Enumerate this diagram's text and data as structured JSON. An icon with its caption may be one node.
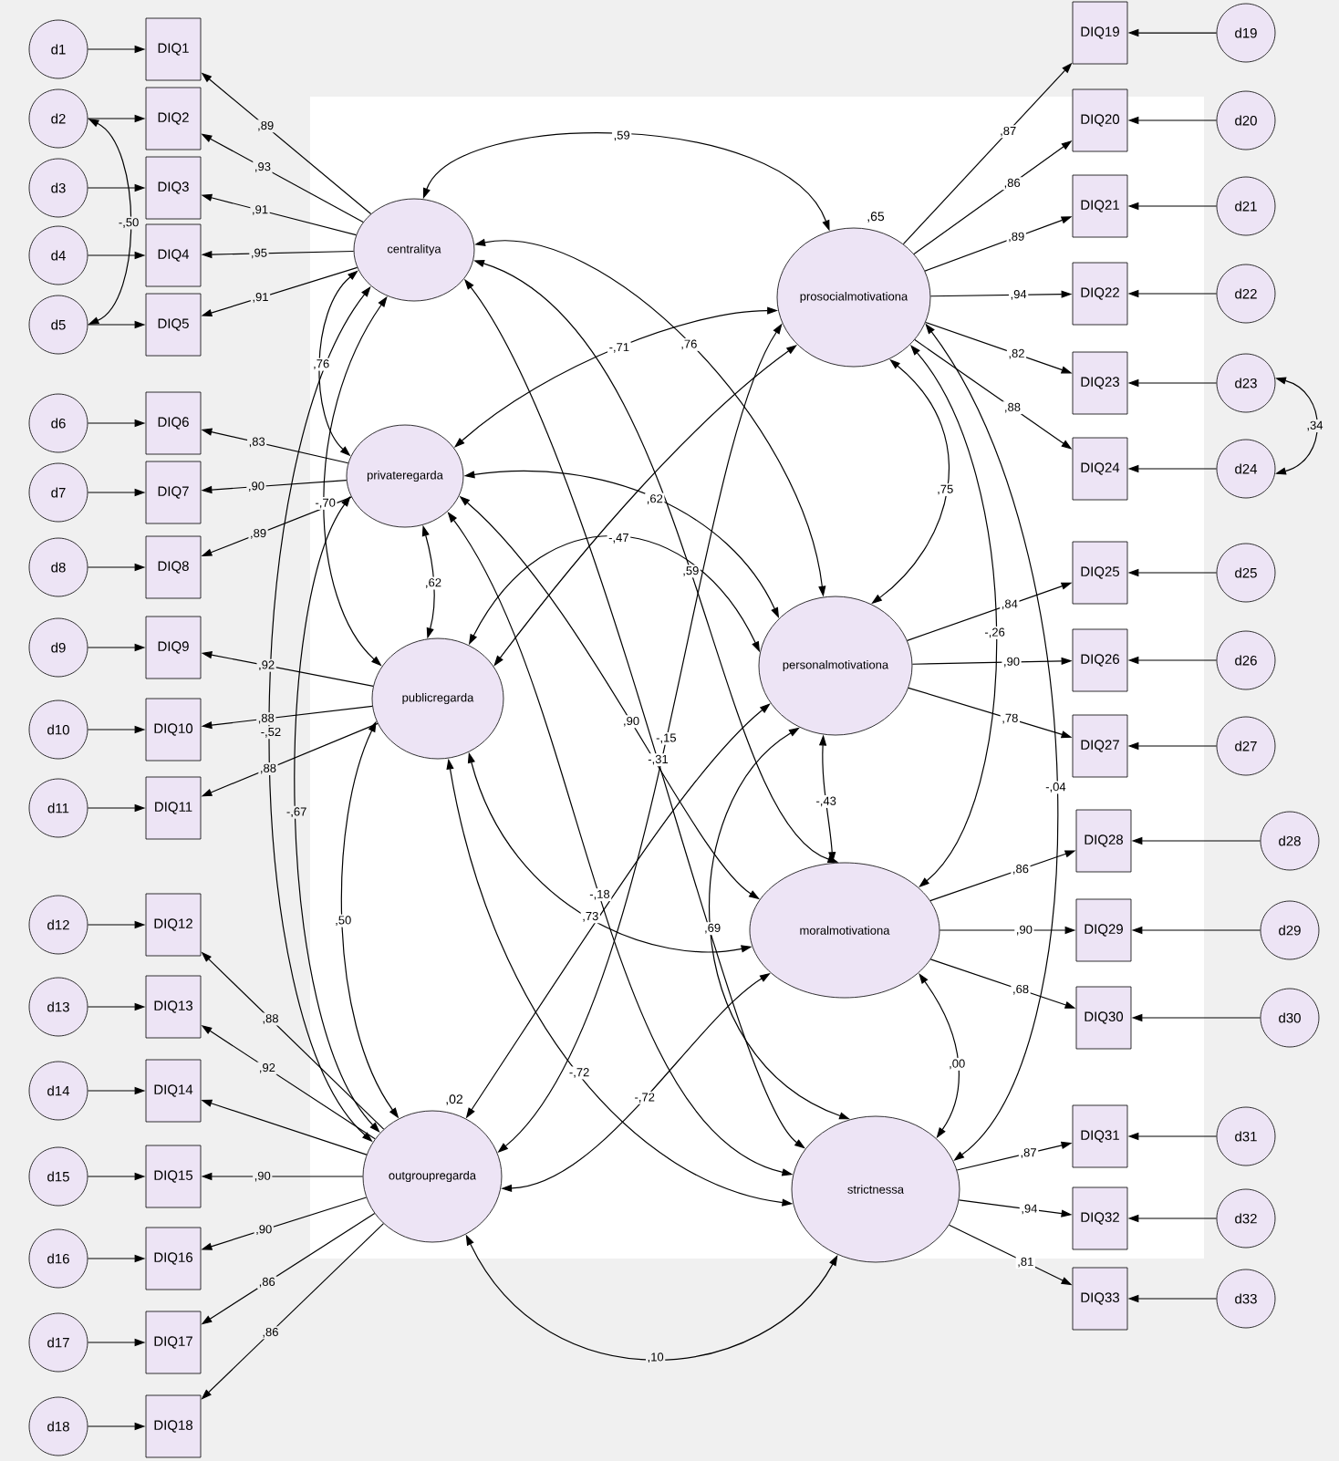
{
  "diagram": {
    "nodes": [
      {
        "text": [
          "centralitya"
        ]
      },
      {
        "text": [
          "privateregarda"
        ]
      },
      {
        "text": [
          "publicregarda"
        ]
      },
      {
        "text": [
          "outgroupregarda"
        ],
        "beside": [
          ",02"
        ]
      },
      {
        "text": [
          "prosocialmotivationa"
        ],
        "beside": [
          ",65"
        ]
      },
      {
        "text": [
          "personalmotivationa"
        ]
      },
      {
        "text": [
          "moralmotivationa"
        ]
      },
      {
        "text": [
          "strictnessa"
        ]
      },
      {
        "text": [
          "DIQ1"
        ]
      },
      {
        "text": [
          "DIQ2"
        ]
      },
      {
        "text": [
          "DIQ3"
        ]
      },
      {
        "text": [
          "DIQ4"
        ]
      },
      {
        "text": [
          "DIQ5"
        ]
      },
      {
        "text": [
          "DIQ6"
        ]
      },
      {
        "text": [
          "DIQ7"
        ]
      },
      {
        "text": [
          "DIQ8"
        ]
      },
      {
        "text": [
          "DIQ9"
        ]
      },
      {
        "text": [
          "DIQ10"
        ]
      },
      {
        "text": [
          "DIQ11"
        ]
      },
      {
        "text": [
          "DIQ12"
        ]
      },
      {
        "text": [
          "DIQ13"
        ]
      },
      {
        "text": [
          "DIQ14"
        ]
      },
      {
        "text": [
          "DIQ15"
        ]
      },
      {
        "text": [
          "DIQ16"
        ]
      },
      {
        "text": [
          "DIQ17"
        ]
      },
      {
        "text": [
          "DIQ18"
        ]
      },
      {
        "text": [
          "DIQ19"
        ]
      },
      {
        "text": [
          "DIQ20"
        ]
      },
      {
        "text": [
          "DIQ21"
        ]
      },
      {
        "text": [
          "DIQ22"
        ]
      },
      {
        "text": [
          "DIQ23"
        ]
      },
      {
        "text": [
          "DIQ24"
        ]
      },
      {
        "text": [
          "DIQ25"
        ]
      },
      {
        "text": [
          "DIQ26"
        ]
      },
      {
        "text": [
          "DIQ27"
        ]
      },
      {
        "text": [
          "DIQ28"
        ]
      },
      {
        "text": [
          "DIQ29"
        ]
      },
      {
        "text": [
          "DIQ30"
        ]
      },
      {
        "text": [
          "DIQ31"
        ]
      },
      {
        "text": [
          "DIQ32"
        ]
      },
      {
        "text": [
          "DIQ33"
        ]
      },
      {
        "text": [
          "d1"
        ]
      },
      {
        "text": [
          "d2"
        ]
      },
      {
        "text": [
          "d3"
        ]
      },
      {
        "text": [
          "d4"
        ]
      },
      {
        "text": [
          "d5"
        ]
      },
      {
        "text": [
          "d6"
        ]
      },
      {
        "text": [
          "d7"
        ]
      },
      {
        "text": [
          "d8"
        ]
      },
      {
        "text": [
          "d9"
        ]
      },
      {
        "text": [
          "d10"
        ]
      },
      {
        "text": [
          "d11"
        ]
      },
      {
        "text": [
          "d12"
        ]
      },
      {
        "text": [
          "d13"
        ]
      },
      {
        "text": [
          "d14"
        ]
      },
      {
        "text": [
          "d15"
        ]
      },
      {
        "text": [
          "d16"
        ]
      },
      {
        "text": [
          "d17"
        ]
      },
      {
        "text": [
          "d18"
        ]
      },
      {
        "text": [
          "d19"
        ]
      },
      {
        "text": [
          "d20"
        ]
      },
      {
        "text": [
          "d21"
        ]
      },
      {
        "text": [
          "d22"
        ]
      },
      {
        "text": [
          "d23"
        ]
      },
      {
        "text": [
          "d24"
        ]
      },
      {
        "text": [
          "d25"
        ]
      },
      {
        "text": [
          "d26"
        ]
      },
      {
        "text": [
          "d27"
        ]
      },
      {
        "text": [
          "d28"
        ]
      },
      {
        "text": [
          "d29"
        ]
      },
      {
        "text": [
          "d30"
        ]
      },
      {
        "text": [
          "d31"
        ]
      },
      {
        "text": [
          "d32"
        ]
      },
      {
        "text": [
          "d33"
        ]
      }
    ],
    "edges": [
      {
        "from": 41,
        "to": 8,
        "arrow": "to"
      },
      {
        "from": 42,
        "to": 9,
        "arrow": "to"
      },
      {
        "from": 43,
        "to": 10,
        "arrow": "to"
      },
      {
        "from": 44,
        "to": 11,
        "arrow": "to"
      },
      {
        "from": 45,
        "to": 12,
        "arrow": "to"
      },
      {
        "from": 46,
        "to": 13,
        "arrow": "to"
      },
      {
        "from": 47,
        "to": 14,
        "arrow": "to"
      },
      {
        "from": 48,
        "to": 15,
        "arrow": "to"
      },
      {
        "from": 49,
        "to": 16,
        "arrow": "to"
      },
      {
        "from": 50,
        "to": 17,
        "arrow": "to"
      },
      {
        "from": 51,
        "to": 18,
        "arrow": "to"
      },
      {
        "from": 52,
        "to": 19,
        "arrow": "to"
      },
      {
        "from": 53,
        "to": 20,
        "arrow": "to"
      },
      {
        "from": 54,
        "to": 21,
        "arrow": "to"
      },
      {
        "from": 55,
        "to": 22,
        "arrow": "to"
      },
      {
        "from": 56,
        "to": 23,
        "arrow": "to"
      },
      {
        "from": 57,
        "to": 24,
        "arrow": "to"
      },
      {
        "from": 58,
        "to": 25,
        "arrow": "to"
      },
      {
        "from": 59,
        "to": 26,
        "arrow": "to"
      },
      {
        "from": 60,
        "to": 27,
        "arrow": "to"
      },
      {
        "from": 61,
        "to": 28,
        "arrow": "to"
      },
      {
        "from": 62,
        "to": 29,
        "arrow": "to"
      },
      {
        "from": 63,
        "to": 30,
        "arrow": "to"
      },
      {
        "from": 64,
        "to": 31,
        "arrow": "to"
      },
      {
        "from": 65,
        "to": 32,
        "arrow": "to"
      },
      {
        "from": 66,
        "to": 33,
        "arrow": "to"
      },
      {
        "from": 67,
        "to": 34,
        "arrow": "to"
      },
      {
        "from": 68,
        "to": 35,
        "arrow": "to"
      },
      {
        "from": 69,
        "to": 36,
        "arrow": "to"
      },
      {
        "from": 70,
        "to": 37,
        "arrow": "to"
      },
      {
        "from": 71,
        "to": 38,
        "arrow": "to"
      },
      {
        "from": 72,
        "to": 39,
        "arrow": "to"
      },
      {
        "from": 73,
        "to": 40,
        "arrow": "to"
      },
      {
        "from": 0,
        "to": 8,
        "arrow": "to",
        "label": ",89"
      },
      {
        "from": 0,
        "to": 9,
        "arrow": "to",
        "label": ",93"
      },
      {
        "from": 0,
        "to": 10,
        "arrow": "to",
        "label": ",91"
      },
      {
        "from": 0,
        "to": 11,
        "arrow": "to",
        "label": ",95"
      },
      {
        "from": 0,
        "to": 12,
        "arrow": "to",
        "label": ",91"
      },
      {
        "from": 1,
        "to": 13,
        "arrow": "to",
        "label": ",83"
      },
      {
        "from": 1,
        "to": 14,
        "arrow": "to",
        "label": ",90"
      },
      {
        "from": 1,
        "to": 15,
        "arrow": "to",
        "label": ",89"
      },
      {
        "from": 2,
        "to": 16,
        "arrow": "to",
        "label": ",92"
      },
      {
        "from": 2,
        "to": 17,
        "arrow": "to",
        "label": ",88"
      },
      {
        "from": 2,
        "to": 18,
        "arrow": "to",
        "label": ",88"
      },
      {
        "from": 3,
        "to": 19,
        "arrow": "to",
        "label": ",88"
      },
      {
        "from": 3,
        "to": 20,
        "arrow": "to",
        "label": ",92"
      },
      {
        "from": 3,
        "to": 21,
        "arrow": "to"
      },
      {
        "from": 3,
        "to": 22,
        "arrow": "to",
        "label": ",90"
      },
      {
        "from": 3,
        "to": 23,
        "arrow": "to",
        "label": ",90"
      },
      {
        "from": 3,
        "to": 24,
        "arrow": "to",
        "label": ",86"
      },
      {
        "from": 3,
        "to": 25,
        "arrow": "to",
        "label": ",86"
      },
      {
        "from": 4,
        "to": 26,
        "arrow": "to",
        "label": ",87"
      },
      {
        "from": 4,
        "to": 27,
        "arrow": "to",
        "label": ",86"
      },
      {
        "from": 4,
        "to": 28,
        "arrow": "to",
        "label": ",89"
      },
      {
        "from": 4,
        "to": 29,
        "arrow": "to",
        "label": ",94"
      },
      {
        "from": 4,
        "to": 30,
        "arrow": "to",
        "label": ",82"
      },
      {
        "from": 4,
        "to": 31,
        "arrow": "to",
        "label": ",88"
      },
      {
        "from": 5,
        "to": 32,
        "arrow": "to",
        "label": ",84"
      },
      {
        "from": 5,
        "to": 33,
        "arrow": "to",
        "label": ",90"
      },
      {
        "from": 5,
        "to": 34,
        "arrow": "to",
        "label": ",78"
      },
      {
        "from": 6,
        "to": 35,
        "arrow": "to",
        "label": ",86"
      },
      {
        "from": 6,
        "to": 36,
        "arrow": "to",
        "label": ",90"
      },
      {
        "from": 6,
        "to": 37,
        "arrow": "to",
        "label": ",68"
      },
      {
        "from": 7,
        "to": 38,
        "arrow": "to",
        "label": ",87"
      },
      {
        "from": 7,
        "to": 39,
        "arrow": "to",
        "label": ",94"
      },
      {
        "from": 7,
        "to": 40,
        "arrow": "to",
        "label": ",81"
      },
      {
        "from": 42,
        "to": 45,
        "arrow": "both",
        "label": "-,50"
      },
      {
        "from": 63,
        "to": 64,
        "arrow": "both",
        "label": ",34"
      },
      {
        "from": 0,
        "to": 4,
        "arrow": "both",
        "label": ",59"
      },
      {
        "from": 0,
        "to": 5,
        "arrow": "both",
        "label": ",76"
      },
      {
        "from": 0,
        "to": 1,
        "arrow": "both",
        "label": ",76"
      },
      {
        "from": 1,
        "to": 4,
        "arrow": "both",
        "label": "-,71"
      },
      {
        "from": 1,
        "to": 5,
        "arrow": "both",
        "label": ",62"
      },
      {
        "from": 0,
        "to": 6,
        "arrow": "both",
        "label": ",59"
      },
      {
        "from": 4,
        "to": 5,
        "arrow": "both",
        "label": ",75"
      },
      {
        "from": 2,
        "to": 5,
        "arrow": "both",
        "label": "-,47"
      },
      {
        "from": 0,
        "to": 3,
        "arrow": "both",
        "label": "-,52"
      },
      {
        "from": 0,
        "to": 2,
        "arrow": "both",
        "label": "-,70"
      },
      {
        "from": 1,
        "to": 3,
        "arrow": "both",
        "label": "-,67"
      },
      {
        "from": 0,
        "to": 7,
        "arrow": "both",
        "label": "-,31"
      },
      {
        "from": 2,
        "to": 3,
        "arrow": "both",
        "label": ",50"
      },
      {
        "from": 1,
        "to": 7,
        "arrow": "both",
        "label": "-,18"
      },
      {
        "from": 2,
        "to": 6,
        "arrow": "both",
        "label": ",73"
      },
      {
        "from": 1,
        "to": 2,
        "arrow": "both",
        "label": ",62"
      },
      {
        "from": 2,
        "to": 7,
        "arrow": "both",
        "label": "-,72"
      },
      {
        "from": 3,
        "to": 4,
        "arrow": "both",
        "label": "-,15"
      },
      {
        "from": 3,
        "to": 7,
        "arrow": "both",
        "label": ",10"
      },
      {
        "from": 3,
        "to": 6,
        "arrow": "both",
        "label": "-,72"
      },
      {
        "from": 5,
        "to": 6,
        "arrow": "both",
        "label": "-,43"
      },
      {
        "from": 6,
        "to": 7,
        "arrow": "both",
        "label": ",00"
      },
      {
        "from": 4,
        "to": 6,
        "arrow": "both",
        "label": "-,26"
      },
      {
        "from": 4,
        "to": 7,
        "arrow": "both",
        "label": "-,04"
      },
      {
        "from": 5,
        "to": 7,
        "arrow": "both",
        "label": ",69"
      },
      {
        "from": 1,
        "to": 6,
        "arrow": "both",
        "label": ",90"
      },
      {
        "from": 2,
        "to": 4,
        "arrow": "both"
      },
      {
        "from": 3,
        "to": 5,
        "arrow": "both"
      }
    ]
  }
}
